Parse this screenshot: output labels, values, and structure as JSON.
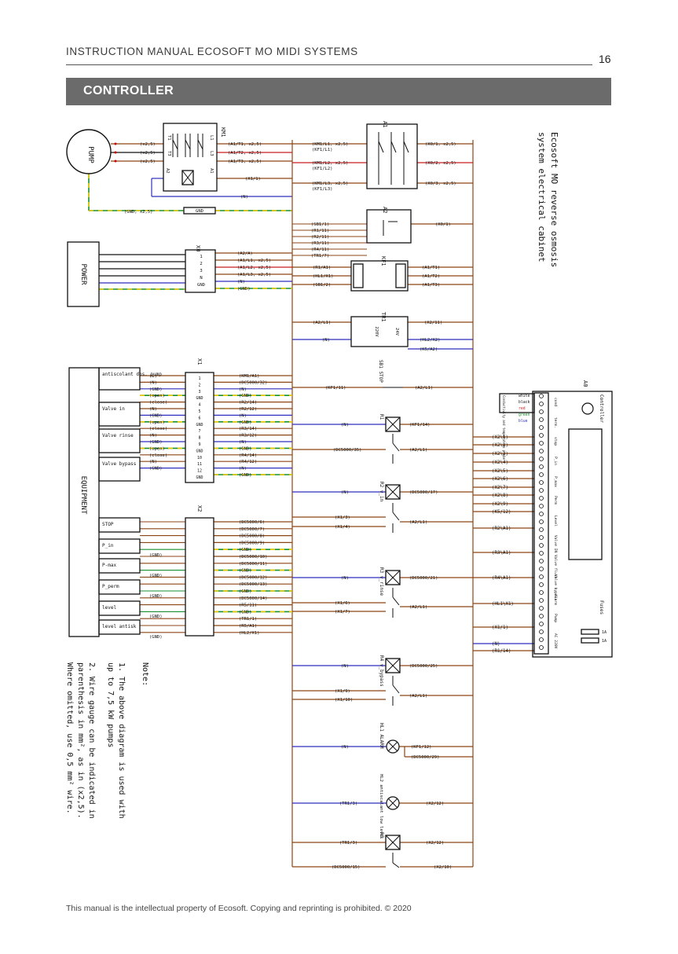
{
  "header": {
    "title": "INSTRUCTION MANUAL ECOSOFT MO MIDI SYSTEMS",
    "page_number": "16"
  },
  "section": {
    "title": "CONTROLLER"
  },
  "footer": {
    "text": "This manual is the intellectual property of Ecosoft. Copying and reprinting is prohibited. © 2020"
  },
  "diagram": {
    "side_title_1": "Ecosoft MO reverse osmosis",
    "side_title_2": "system electrical cabinet",
    "pump": "PUMP",
    "power": "POWER",
    "equipment": "EQUIPMENT",
    "km1": "KM1",
    "a1": "A1",
    "a2": "A2",
    "kf1": "KF1",
    "tr1": "TR1",
    "x0": "X0",
    "x1": "X1",
    "x2": "X2",
    "a0": "A0",
    "controller": "Controller",
    "fuses": "Fuses",
    "gnd": "GND",
    "note_title": "Note:",
    "note_1a": "1. The above diagram is used with",
    "note_1b": "up to 7,5 kW pumps",
    "note_2a": "2. Wire gauge can be indicated in",
    "note_2b": "parenthesis in mm², as in (x2,5).",
    "note_2c": "Where omitted, use 0,5 mm² wire.",
    "pump_wires": [
      "(x2,5)",
      "(x2,5)",
      "(x2,5)"
    ],
    "km1_out": [
      "(A1/T1, x2,5)",
      "(A1/T2, x2,5)",
      "(A1/T3, x2,5)",
      "(X1/1)",
      "(N)"
    ],
    "gnd_wire": "(GND, x2,5)",
    "x0_labels": [
      "(A2/A)",
      "(A1/L1, x2,5)",
      "(A1/L2, x2,5)",
      "(A1/L3, x2,5)",
      "(N)",
      "(GND)"
    ],
    "a1_in": [
      "(KM1/L1, x2,5)",
      "(KF1/L1)",
      "(KM1/L2, x2,5)",
      "(KF1/L2)",
      "(KM1/L3, x2,5)",
      "(KF1/L3)"
    ],
    "a1_out": [
      "(X0/1, x2,5)",
      "(X0/2, x2,5)",
      "(X0/3, x2,5)"
    ],
    "a2_in": [
      "(SB1/1)",
      "(R1/11)",
      "(R2/11)",
      "(R3/11)",
      "(R4/11)",
      "(TR1/7)"
    ],
    "a2_out": "(X0/1)",
    "kf1_in": [
      "(R1/A1)",
      "(HL1/X1)",
      "(SB1/2)"
    ],
    "kf1_out": [
      "(A1/T1)",
      "(A1/T2)",
      "(A1/T3)"
    ],
    "tr1_in": [
      "(A2/L1)",
      "(N)"
    ],
    "tr1_out": [
      "(X2/11)",
      "(HL2/X2)",
      "(K5/A2)"
    ],
    "tr1_inner": [
      "220V",
      "24V"
    ],
    "sb1": "SB1 STOP",
    "r1": "R1",
    "r2": "R2 v_in",
    "r3": "R3 v_rinse",
    "r4": "R4 v_bypass",
    "r5": "R5",
    "hl1": "HL1 ALARM",
    "hl2": "HL2 antiscalant low level",
    "relay_labels": [
      "(KF1/11)",
      "(A2/L1)",
      "(N)",
      "(KF1/14)",
      "(DC5000/35)",
      "(A2/L1)",
      "(N)",
      "(DC5000/17)",
      "(X1/3)",
      "(X1/4)",
      "(A2/L1)",
      "(N)",
      "(DC5000/21)",
      "(X1/6)",
      "(X1/7)",
      "(A2/L1)",
      "(N)",
      "(DC5000/25)",
      "(X1/9)",
      "(X1/10)",
      "(A2/L1)",
      "(N)",
      "(KF1/12)",
      "(DC5000/29)",
      "(TR1/3)",
      "(X2/12)",
      "(TR1/3)",
      "(X2/12)",
      "(DC5000/15)",
      "(X2/10)"
    ],
    "x1_labels": [
      "(KM1/A1)",
      "(DC5000/32)",
      "(N)",
      "(GND)",
      "(R2/14)",
      "(R2/12)",
      "(N)",
      "(GND)",
      "(R3/14)",
      "(R3/12)",
      "(N)",
      "(GND)",
      "(R4/14)",
      "(R4/12)",
      "(N)",
      "(GND)"
    ],
    "x2_labels": [
      "(DC5000/6)",
      "(DC5000/7)",
      "(DC5000/8)",
      "(DC5000/9)",
      "(GND)",
      "(DC5000/10)",
      "(DC5000/11)",
      "(GND)",
      "(DC5000/12)",
      "(DC5000/13)",
      "(GND)",
      "(DC5000/14)",
      "(R5/11)",
      "(GND)",
      "(TR1/1)",
      "(R5/A1)",
      "(HL2/X1)"
    ],
    "equipment_items": [
      "antiscolant dos. pump",
      "Valve in",
      "Valve rinse",
      "Valve bypass",
      "STOP",
      "P_in",
      "P-max",
      "P_perm",
      "level",
      "level antisk"
    ],
    "equip_wires": [
      "(L)",
      "(N)",
      "(GND)",
      "(open)",
      "(close)",
      "(N)",
      "(GND)",
      "(open)",
      "(close)",
      "(N)",
      "(GND)",
      "(open)",
      "(close)",
      "(N)",
      "(GND)",
      "(GND)",
      "(GND)",
      "(GND)",
      "(GND)",
      "(GND)"
    ],
    "a0_left": [
      "(X2\\1)",
      "(X2\\2)",
      "(X2\\3)",
      "(X2\\4)",
      "(X2\\5)",
      "(X2\\6)",
      "(X2\\7)",
      "(X2\\8)",
      "(X2\\9)",
      "(K5/12)",
      "(R2\\A1)",
      "(R3\\A1)",
      "(R4\\A1)",
      "(HL1\\X1)",
      "(X1/1)",
      "(N)",
      "(R1/14)"
    ],
    "a0_sections": [
      "cond",
      "term.",
      "stop",
      "P_in",
      "P_max",
      "Perm",
      "Level",
      "Valve IN",
      "Valve flush",
      "Valve bypass",
      "Alarm",
      "Pump",
      "AC 220V"
    ],
    "sensor_colors": [
      "white",
      "black",
      "red",
      "green",
      "blue"
    ],
    "sensor_label": "Conductivity and temperature probe",
    "fuse_rating": "1A",
    "colors": {
      "brown": "#8B4513",
      "blue": "#2f2fbf",
      "red": "#c81e1e",
      "black": "#111111",
      "yellow": "#e8c800",
      "green": "#1a8f2e",
      "header_bar": "#6b6b6b"
    }
  }
}
